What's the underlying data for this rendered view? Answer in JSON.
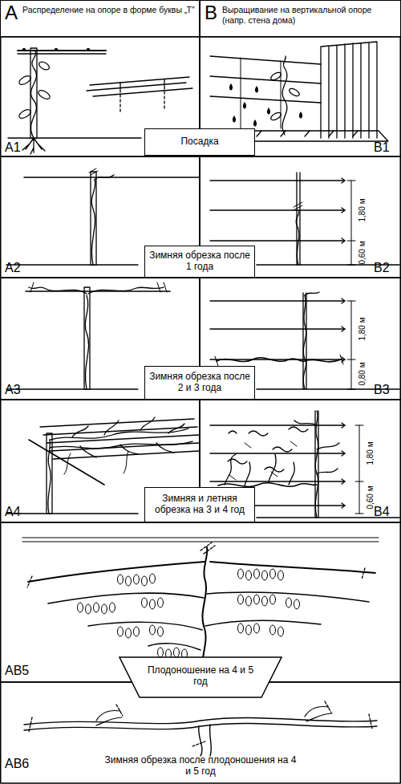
{
  "diagram": {
    "nodes": [
      {
        "text": [
          "A",
          "Распределение на опоре в форме буквы „Т\""
        ]
      },
      {
        "text": [
          "B",
          "Выращивание на вертикальной опоре (напр. стена дома)"
        ]
      },
      {
        "text": [
          "Посадка"
        ]
      },
      {
        "text": [
          "Зимняя обрезка после 1 года"
        ]
      },
      {
        "text": [
          "Зимняя обрезка после 2 и 3 года"
        ]
      },
      {
        "text": [
          "Зимняя и летняя обрезка на 3 и 4 год"
        ]
      },
      {
        "text": [
          "Плодоношение на 4 и 5 год"
        ]
      }
    ],
    "labels": [
      "A1",
      "B1",
      "A2",
      "1,80 м",
      "0,60 м",
      "B2",
      "A3",
      "1,80 м",
      "0,80 м",
      "B3",
      "A4",
      "1,80 м",
      "0,60 м",
      "B4",
      "AB5",
      "AB6",
      "Зимняя обрезка после плодоношения на 4 и 5 год"
    ]
  }
}
